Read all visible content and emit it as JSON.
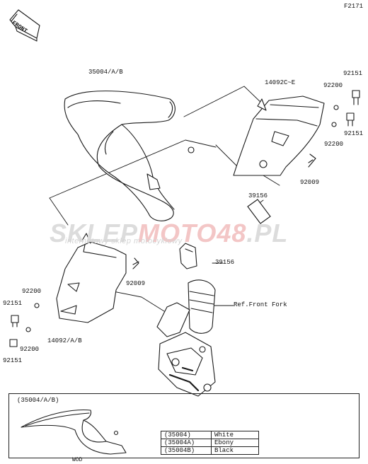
{
  "diagram_code": "F2171",
  "front_marker": "FRONT",
  "watermark": {
    "part1": "SKLEP",
    "part2": "MOTO",
    "part3": "48",
    "part4": ".PL",
    "subtitle": "internetowy sklep motocyklowy"
  },
  "labels": {
    "fender": "35004/A/B",
    "guard_upper": "14092C~E",
    "bolt_upper_1": "92151",
    "washer_upper_1": "92200",
    "bolt_upper_2": "92151",
    "washer_upper_2": "92200",
    "screw_upper": "92009",
    "clip_upper": "39156",
    "clip_lower": "39156",
    "screw_lower": "92009",
    "ref_fork": "Ref.Front Fork",
    "washer_lower_1": "92200",
    "bolt_lower_1": "92151",
    "guard_lower": "14092/A/B",
    "washer_lower_2": "92200",
    "bolt_lower_2": "92151"
  },
  "inset": {
    "title": "(35004/A/B)",
    "caption": "WOD",
    "colors": [
      {
        "code": "(35004)",
        "color": "White"
      },
      {
        "code": "(35004A)",
        "color": "Ebony"
      },
      {
        "code": "(35004B)",
        "color": "Black"
      }
    ]
  }
}
